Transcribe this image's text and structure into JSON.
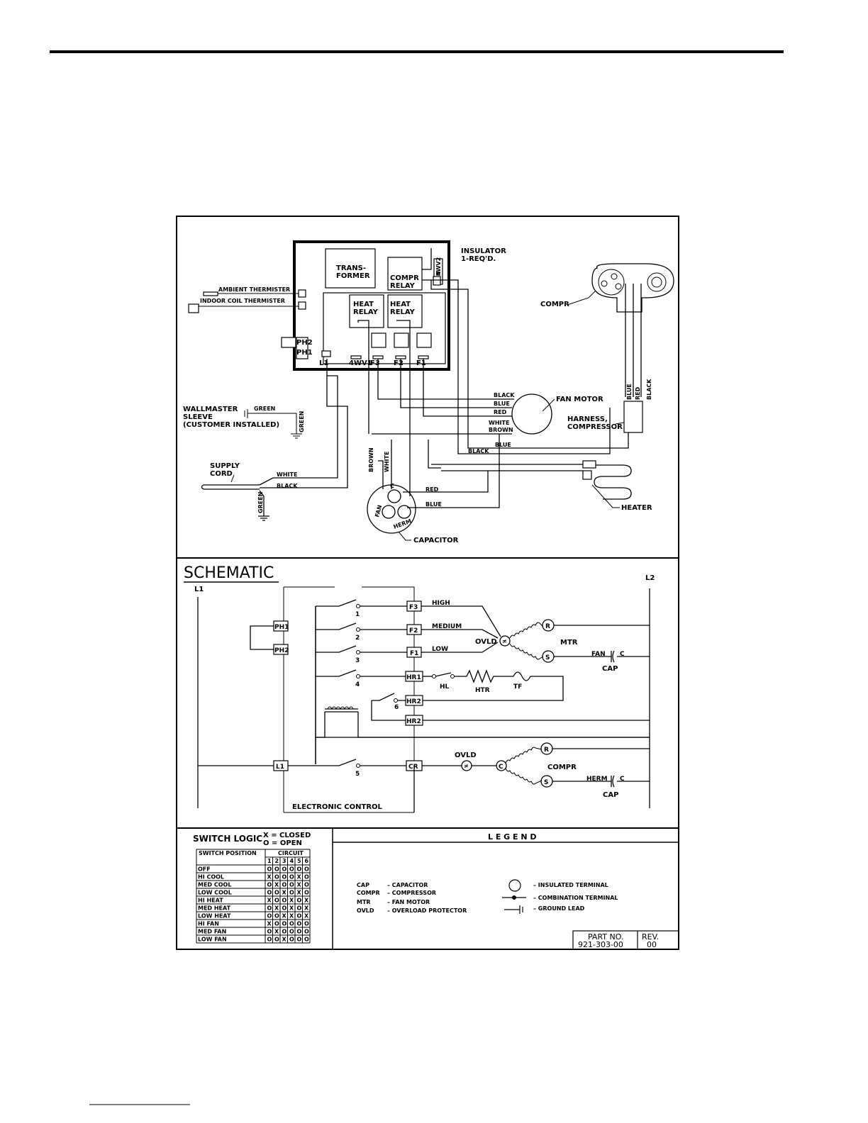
{
  "wiring": {
    "transformer": "TRANS-\nFORMER",
    "compr_relay": "COMPR\nRELAY",
    "heat_relay": "HEAT\nRELAY",
    "heat_relay2": "HEAT\nRELAY",
    "insulator": "INSULATOR\n1-REQ'D.",
    "fourwv2": "4WV2",
    "fan_tab": "FAN",
    "ambient_thermister": "AMBIENT THERMISTER",
    "indoor_coil_thermister": "INDOOR COIL THERMISTER",
    "ph2": "PH2",
    "ph1": "PH1",
    "terminals": [
      "L1",
      "4WV1",
      "F3",
      "F2",
      "F1"
    ],
    "compr": "COMPR",
    "fan_motor": "FAN MOTOR",
    "harness": "HARNESS,\nCOMPRESSOR",
    "wallmaster": "WALLMASTER\nSLEEVE\n(CUSTOMER INSTALLED)",
    "green": "GREEN",
    "supply_cord": "SUPPLY\nCORD",
    "white": "WHITE",
    "black": "BLACK",
    "blue": "BLUE",
    "red": "RED",
    "brown": "BROWN",
    "heater": "HEATER",
    "capacitor": "CAPACITOR",
    "cap_c": "C",
    "cap_fan": "FAN",
    "cap_herm": "HERM"
  },
  "schematic": {
    "title": "SCHEMATIC",
    "l1": "L1",
    "l2": "L2",
    "ph1": "PH1",
    "ph2": "PH2",
    "terms": [
      "F3",
      "F2",
      "F1",
      "HR1",
      "HR2",
      "HR2",
      "CR",
      "L1"
    ],
    "switch_nums": [
      "1",
      "2",
      "3",
      "4",
      "6",
      "5"
    ],
    "high": "HIGH",
    "medium": "MEDIUM",
    "low": "LOW",
    "ovld": "OVLD",
    "ovld2": "OVLD",
    "r": "R",
    "s": "S",
    "c": "C",
    "mtr": "MTR",
    "fan": "FAN",
    "cap": "CAP",
    "cap2": "CAP",
    "c_letter": "C",
    "c_letter2": "C",
    "hl": "HL",
    "htr": "HTR",
    "tf": "TF",
    "compr": "COMPR",
    "herm": "HERM",
    "electronic_control": "ELECTRONIC CONTROL"
  },
  "switch_logic": {
    "title": "SWITCH LOGIC",
    "key_closed": "X = CLOSED",
    "key_open": "O = OPEN",
    "col_position": "SWITCH POSITION",
    "col_circuit": "CIRCUIT",
    "circuits": [
      "1",
      "2",
      "3",
      "4",
      "5",
      "6"
    ],
    "rows": [
      {
        "name": "OFF",
        "vals": [
          "O",
          "O",
          "O",
          "O",
          "O",
          "O"
        ]
      },
      {
        "name": "HI COOL",
        "vals": [
          "X",
          "O",
          "O",
          "O",
          "X",
          "O"
        ]
      },
      {
        "name": "MED COOL",
        "vals": [
          "O",
          "X",
          "O",
          "O",
          "X",
          "O"
        ]
      },
      {
        "name": "LOW COOL",
        "vals": [
          "O",
          "O",
          "X",
          "O",
          "X",
          "O"
        ]
      },
      {
        "name": "HI HEAT",
        "vals": [
          "X",
          "O",
          "O",
          "X",
          "O",
          "X"
        ]
      },
      {
        "name": "MED HEAT",
        "vals": [
          "O",
          "X",
          "O",
          "X",
          "O",
          "X"
        ]
      },
      {
        "name": "LOW HEAT",
        "vals": [
          "O",
          "O",
          "X",
          "X",
          "O",
          "X"
        ]
      },
      {
        "name": "HI FAN",
        "vals": [
          "X",
          "O",
          "O",
          "O",
          "O",
          "O"
        ]
      },
      {
        "name": "MED FAN",
        "vals": [
          "O",
          "X",
          "O",
          "O",
          "O",
          "O"
        ]
      },
      {
        "name": "LOW FAN",
        "vals": [
          "O",
          "O",
          "X",
          "O",
          "O",
          "O"
        ]
      }
    ]
  },
  "legend": {
    "title": "L E G E N D",
    "items": [
      {
        "abbr": "CAP",
        "desc": "– CAPACITOR"
      },
      {
        "abbr": "COMPR",
        "desc": "– COMPRESSOR"
      },
      {
        "abbr": "MTR",
        "desc": "– FAN MOTOR"
      },
      {
        "abbr": "OVLD",
        "desc": "– OVERLOAD PROTECTOR"
      }
    ],
    "symbols": [
      {
        "desc": "– INSULATED TERMINAL",
        "icon": "circle-icon"
      },
      {
        "desc": "– COMBINATION TERMINAL",
        "icon": "dot-line-icon"
      },
      {
        "desc": "– GROUND LEAD",
        "icon": "ground-icon"
      }
    ],
    "part_label": "PART NO.",
    "part_no": "921-303-00",
    "rev_label": "REV.",
    "rev": "00"
  }
}
